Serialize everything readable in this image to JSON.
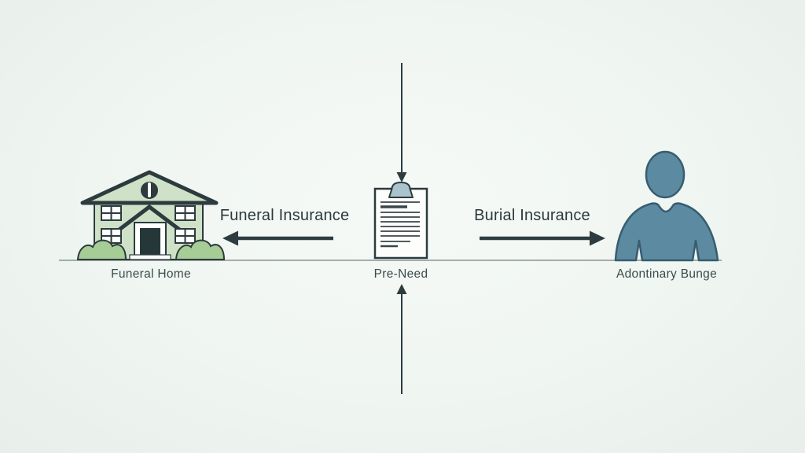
{
  "diagram": {
    "nodes": [
      {
        "id": "funeral-home",
        "label": "Funeral Home",
        "icon": "funeral-home-building-icon"
      },
      {
        "id": "pre-need",
        "label": "Pre-Need",
        "icon": "pre-need-clipboard-icon"
      },
      {
        "id": "policyholder",
        "label": "Adontinary Bunge",
        "icon": "person-icon"
      }
    ],
    "edges": [
      {
        "id": "funeral-insurance",
        "label": "Funeral Insurance",
        "direction": "left"
      },
      {
        "id": "burial-insurance",
        "label": "Burial Insurance",
        "direction": "right"
      },
      {
        "id": "top-flow",
        "label": "",
        "direction": "down"
      },
      {
        "id": "bottom-flow",
        "label": "",
        "direction": "up"
      }
    ],
    "colors": {
      "house_fill": "#cfe2c8",
      "bush_fill": "#a5cd95",
      "person_fill": "#5c8aa0",
      "person_stroke": "#375d70",
      "clip_fill": "#a9c4cd",
      "outline": "#2d3b3e",
      "arrow": "#2e3c40",
      "baseline": "#8a9490",
      "label_text": "#3b4a4c",
      "edge_text": "#2c393d"
    }
  }
}
